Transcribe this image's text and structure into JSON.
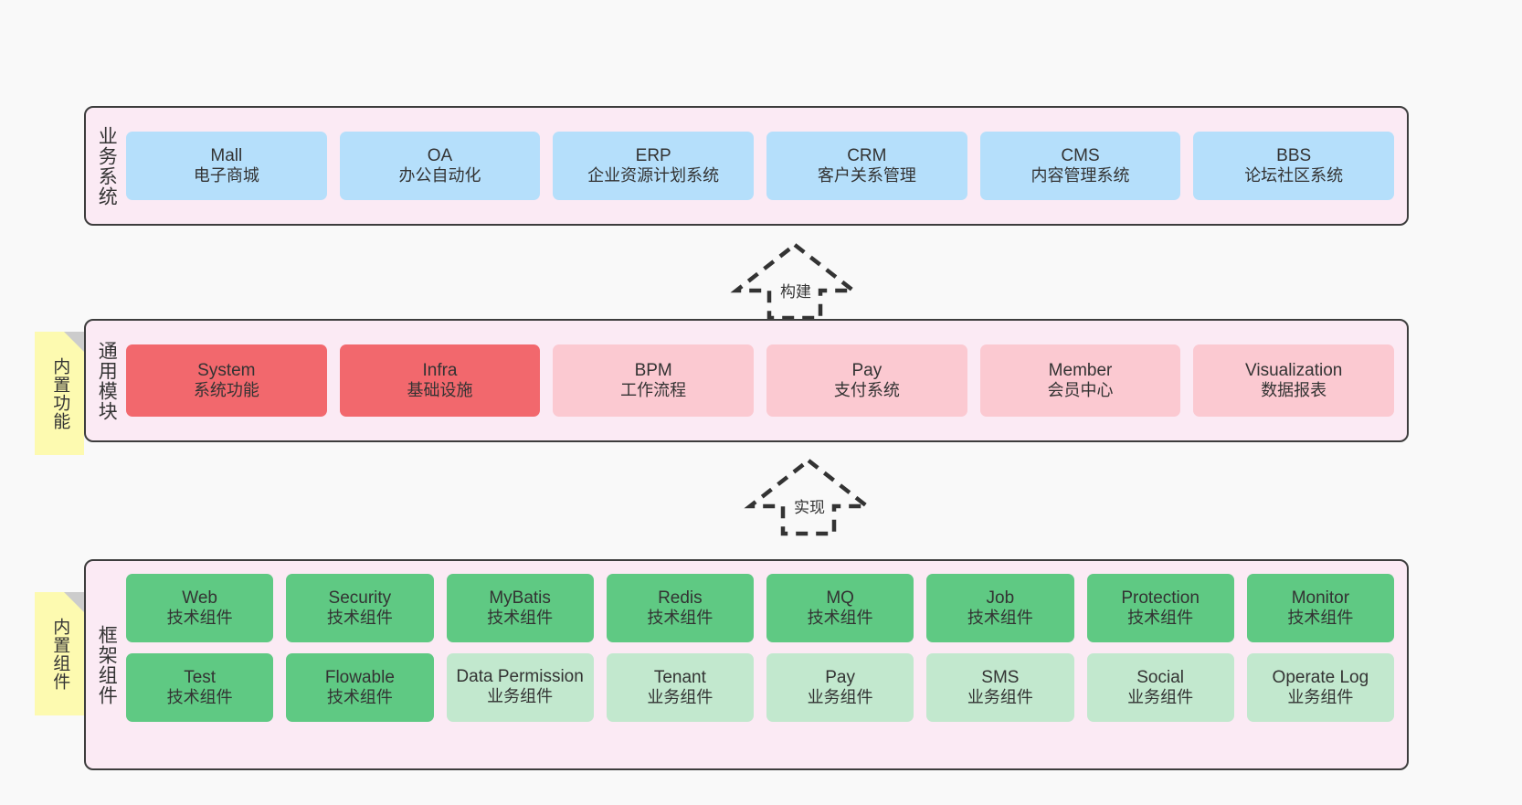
{
  "diagram": {
    "background": "#f9f9f9",
    "panel_bg": "#fbeaf4",
    "panel_border": "#3d3d3d",
    "note_bg": "#fdfab0",
    "note_fold": "#cccccc"
  },
  "layers": [
    {
      "key": "business",
      "label": "业务系统",
      "note": null,
      "rows": [
        {
          "cards": [
            {
              "title": "Mall",
              "subtitle": "电子商城",
              "color": "#b5dffb",
              "tone": "blue"
            },
            {
              "title": "OA",
              "subtitle": "办公自动化",
              "color": "#b5dffb",
              "tone": "blue"
            },
            {
              "title": "ERP",
              "subtitle": "企业资源计划系统",
              "color": "#b5dffb",
              "tone": "blue"
            },
            {
              "title": "CRM",
              "subtitle": "客户关系管理",
              "color": "#b5dffb",
              "tone": "blue"
            },
            {
              "title": "CMS",
              "subtitle": "内容管理系统",
              "color": "#b5dffb",
              "tone": "blue"
            },
            {
              "title": "BBS",
              "subtitle": "论坛社区系统",
              "color": "#b5dffb",
              "tone": "blue"
            }
          ]
        }
      ]
    },
    {
      "key": "modules",
      "label": "通用模块",
      "note": "内置功能",
      "rows": [
        {
          "cards": [
            {
              "title": "System",
              "subtitle": "系统功能",
              "color": "#f2686d",
              "tone": "red"
            },
            {
              "title": "Infra",
              "subtitle": "基础设施",
              "color": "#f2686d",
              "tone": "red"
            },
            {
              "title": "BPM",
              "subtitle": "工作流程",
              "color": "#fbc9d1",
              "tone": "pink"
            },
            {
              "title": "Pay",
              "subtitle": "支付系统",
              "color": "#fbc9d1",
              "tone": "pink"
            },
            {
              "title": "Member",
              "subtitle": "会员中心",
              "color": "#fbc9d1",
              "tone": "pink"
            },
            {
              "title": "Visualization",
              "subtitle": "数据报表",
              "color": "#fbc9d1",
              "tone": "pink"
            }
          ]
        }
      ]
    },
    {
      "key": "framework",
      "label": "框架组件",
      "note": "内置组件",
      "rows": [
        {
          "cards": [
            {
              "title": "Web",
              "subtitle": "技术组件",
              "color": "#5fc983",
              "tone": "green"
            },
            {
              "title": "Security",
              "subtitle": "技术组件",
              "color": "#5fc983",
              "tone": "green"
            },
            {
              "title": "MyBatis",
              "subtitle": "技术组件",
              "color": "#5fc983",
              "tone": "green"
            },
            {
              "title": "Redis",
              "subtitle": "技术组件",
              "color": "#5fc983",
              "tone": "green"
            },
            {
              "title": "MQ",
              "subtitle": "技术组件",
              "color": "#5fc983",
              "tone": "green"
            },
            {
              "title": "Job",
              "subtitle": "技术组件",
              "color": "#5fc983",
              "tone": "green"
            },
            {
              "title": "Protection",
              "subtitle": "技术组件",
              "color": "#5fc983",
              "tone": "green"
            },
            {
              "title": "Monitor",
              "subtitle": "技术组件",
              "color": "#5fc983",
              "tone": "green"
            }
          ]
        },
        {
          "cards": [
            {
              "title": "Test",
              "subtitle": "技术组件",
              "color": "#5fc983",
              "tone": "green"
            },
            {
              "title": "Flowable",
              "subtitle": "技术组件",
              "color": "#5fc983",
              "tone": "green"
            },
            {
              "title": "Data Permission",
              "subtitle": "业务组件",
              "color": "#c2e8ce",
              "tone": "lightgreen"
            },
            {
              "title": "Tenant",
              "subtitle": "业务组件",
              "color": "#c2e8ce",
              "tone": "lightgreen"
            },
            {
              "title": "Pay",
              "subtitle": "业务组件",
              "color": "#c2e8ce",
              "tone": "lightgreen"
            },
            {
              "title": "SMS",
              "subtitle": "业务组件",
              "color": "#c2e8ce",
              "tone": "lightgreen"
            },
            {
              "title": "Social",
              "subtitle": "业务组件",
              "color": "#c2e8ce",
              "tone": "lightgreen"
            },
            {
              "title": "Operate Log",
              "subtitle": "业务组件",
              "color": "#c2e8ce",
              "tone": "lightgreen"
            }
          ]
        }
      ]
    }
  ],
  "connectors": [
    {
      "key": "build",
      "label": "构建",
      "direction": "up",
      "style": "dashed-hollow-arrow"
    },
    {
      "key": "implement",
      "label": "实现",
      "direction": "up",
      "style": "dashed-hollow-arrow"
    }
  ]
}
